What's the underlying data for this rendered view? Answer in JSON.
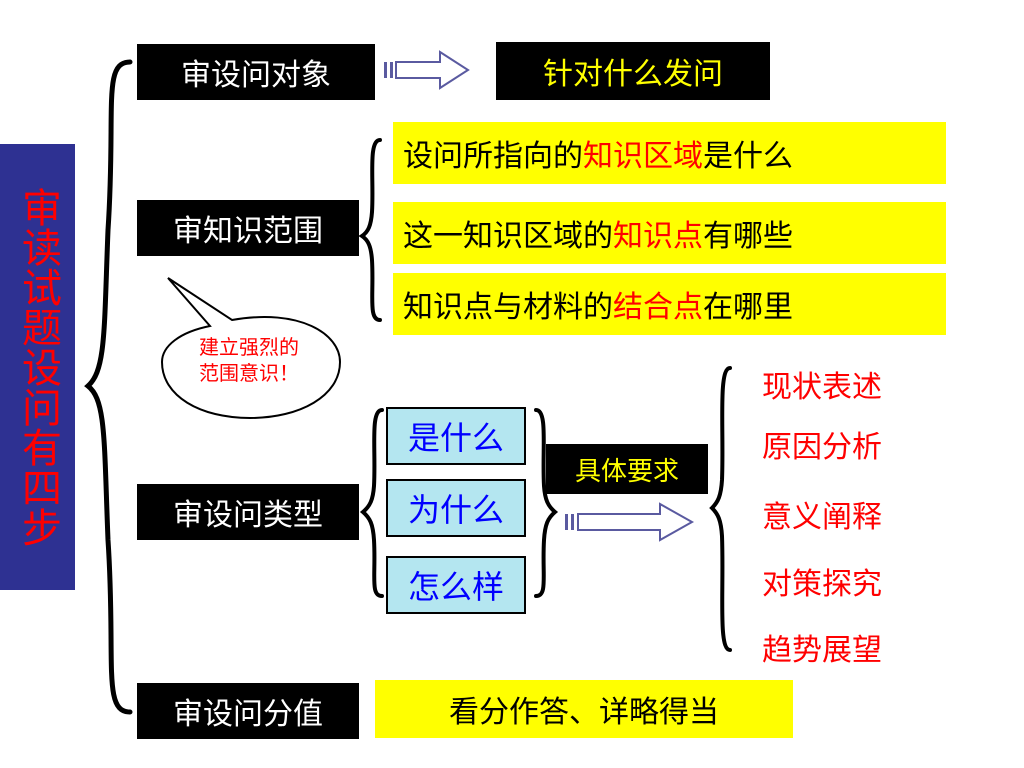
{
  "title": "审读试题设问有四步",
  "steps": {
    "object": {
      "label": "审设问对象",
      "result": "针对什么发问"
    },
    "knowledge": {
      "label": "审知识范围",
      "items": [
        {
          "pre": "设问所指向的",
          "hl": "知识区域",
          "post": "是什么"
        },
        {
          "pre": "这一知识区域的",
          "hl": "知识点",
          "post": "有哪些"
        },
        {
          "pre": "知识点与材料的",
          "hl": "结合点",
          "post": "在哪里"
        }
      ]
    },
    "type": {
      "label": "审设问类型",
      "questions": [
        "是什么",
        "为什么",
        "怎么样"
      ],
      "requirement": "具体要求",
      "answers": [
        "现状表述",
        "原因分析",
        "意义阐释",
        "对策探究",
        "趋势展望"
      ]
    },
    "score": {
      "label": "审设问分值",
      "result": "看分作答、详略得当"
    }
  },
  "callout": {
    "line1": "建立强烈的",
    "line2": "范围意识！"
  },
  "colors": {
    "title_bg": "#2e3192",
    "title_text": "#ff0000",
    "label_bg": "#000000",
    "highlight_box": "#ffff00",
    "emphasis": "#ff0000",
    "question_box": "#b4e6f0",
    "question_text": "#0000ff"
  }
}
